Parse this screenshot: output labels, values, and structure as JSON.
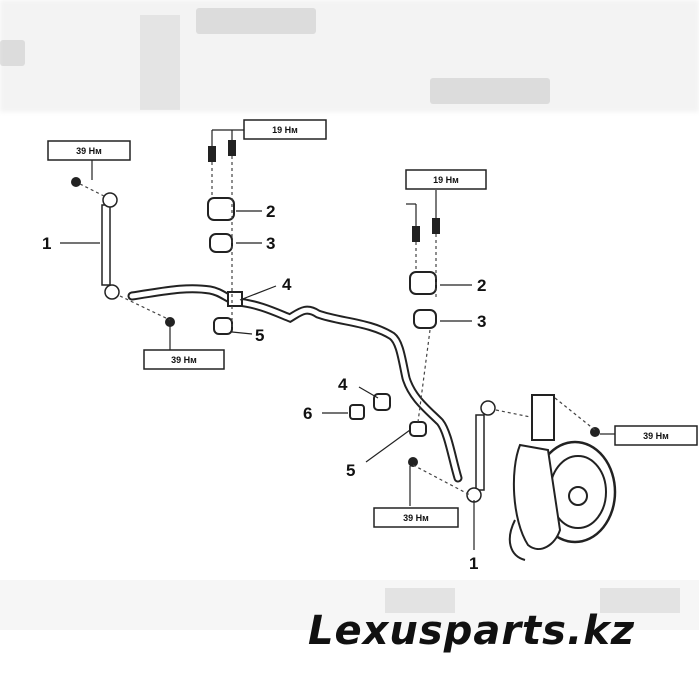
{
  "diagram": {
    "torque_labels": {
      "tl_39_top_left": "39 Нм",
      "tl_19_top": "19 Нм",
      "tl_19_right": "19 Нм",
      "tl_39_bottom_left": "39 Нм",
      "tl_39_right": "39 Нм",
      "tl_39_bottom_center": "39 Нм"
    },
    "part_numbers": {
      "p1_left": "1",
      "p2_top": "2",
      "p3_top": "3",
      "p4_top": "4",
      "p5_top": "5",
      "p2_right": "2",
      "p3_right": "3",
      "p4_mid": "4",
      "p6_mid": "6",
      "p5_mid": "5",
      "p1_bottom": "1"
    }
  },
  "watermark": {
    "text": "Lexusparts.kz"
  }
}
